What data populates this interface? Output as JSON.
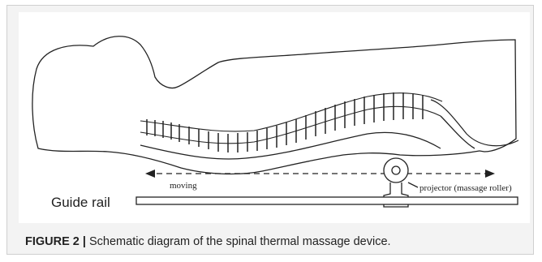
{
  "diagram": {
    "labels": {
      "moving": "moving",
      "projector": "projector (massage roller)",
      "guide_rail": "Guide rail"
    },
    "colors": {
      "line": "#222222",
      "panel_background": "#f3f3f3"
    }
  },
  "caption": {
    "figure_label": "FIGURE 2 |",
    "text": "Schematic diagram of the spinal thermal massage device."
  }
}
